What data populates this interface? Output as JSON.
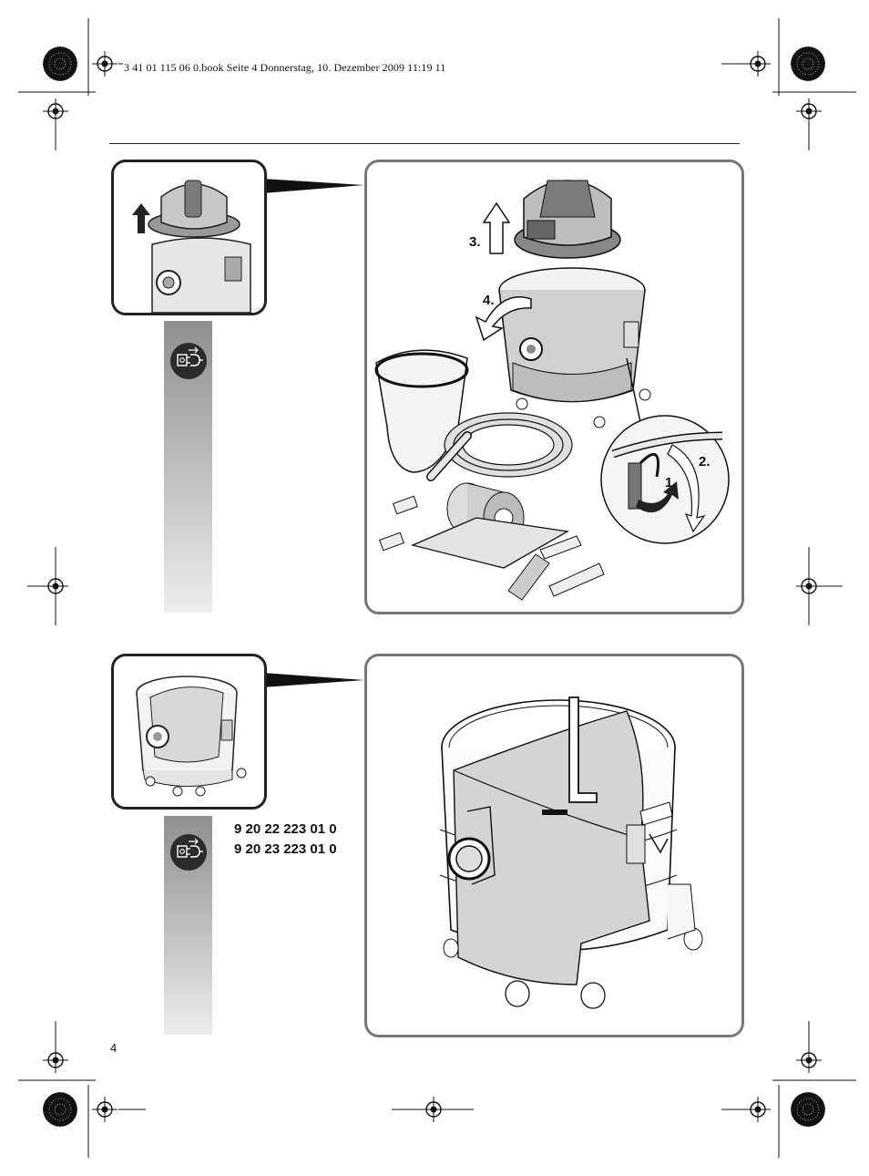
{
  "header": {
    "print_line": "3 41 01 115 06 0.book  Seite 4  Donnerstag, 10. Dezember 2009  11:19 11"
  },
  "steps": {
    "s1": "1.",
    "s2": "2.",
    "s3": "3.",
    "s4": "4."
  },
  "part_numbers": [
    "9 20 22 223 01 0",
    "9 20 23 223 01 0"
  ],
  "page_number": "4",
  "icons": {
    "unplug": "unplug-mains-icon",
    "registration": "registration-mark-icon",
    "starburst": "color-starburst-icon",
    "arrow_up": "lift-arrow-icon",
    "arrow_curved": "rotate-arrow-icon"
  }
}
